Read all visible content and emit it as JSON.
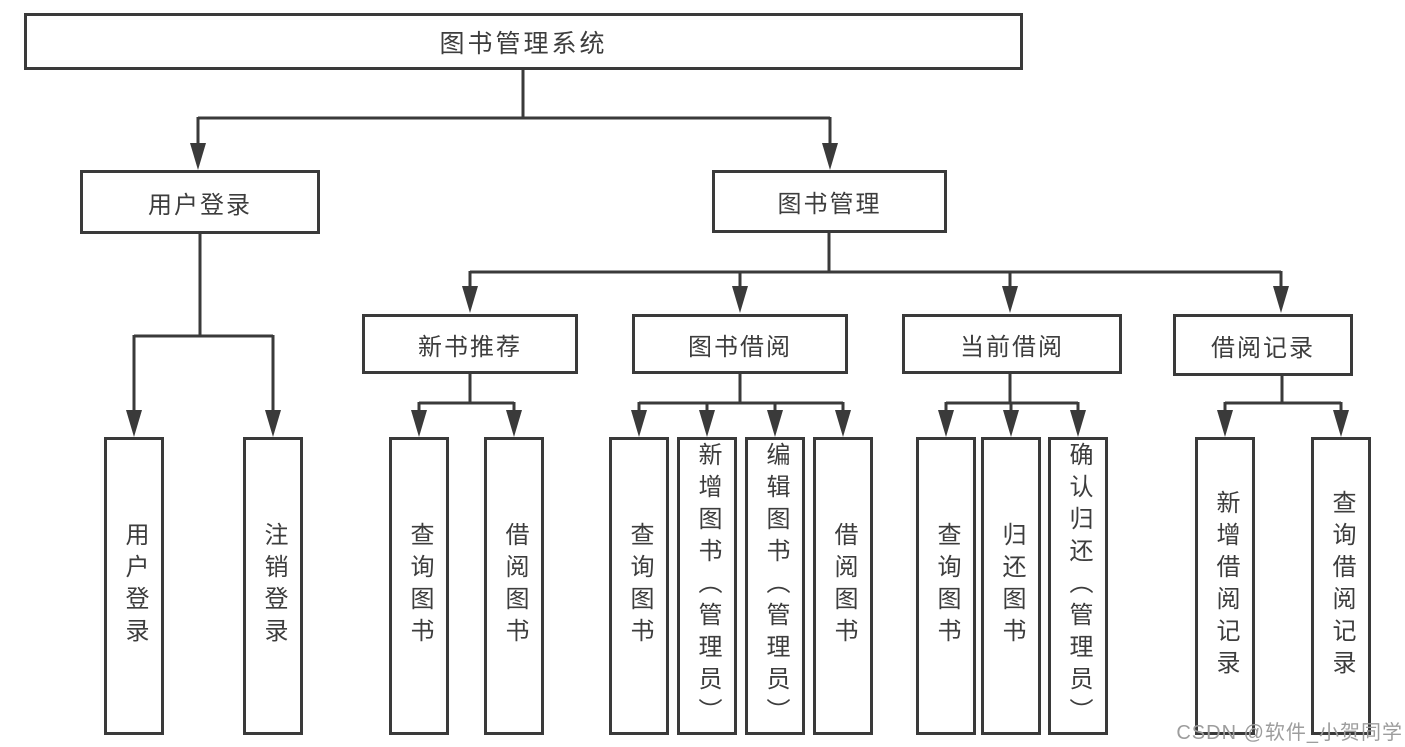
{
  "tree": {
    "root": {
      "label": "图书管理系统"
    },
    "children": [
      {
        "label": "用户登录",
        "children": [
          {
            "label": "用户登录"
          },
          {
            "label": "注销登录"
          }
        ]
      },
      {
        "label": "图书管理",
        "children": [
          {
            "label": "新书推荐",
            "children": [
              {
                "label": "查询图书"
              },
              {
                "label": "借阅图书"
              }
            ]
          },
          {
            "label": "图书借阅",
            "children": [
              {
                "label": "查询图书"
              },
              {
                "label": "新增图书（管理员）"
              },
              {
                "label": "编辑图书（管理员）"
              },
              {
                "label": "借阅图书"
              }
            ]
          },
          {
            "label": "当前借阅",
            "children": [
              {
                "label": "查询图书"
              },
              {
                "label": "归还图书"
              },
              {
                "label": "确认归还（管理员）"
              }
            ]
          },
          {
            "label": "借阅记录",
            "children": [
              {
                "label": "新增借阅记录"
              },
              {
                "label": "查询借阅记录"
              }
            ]
          }
        ]
      }
    ]
  },
  "watermark": "CSDN @软件_小贺同学",
  "colors": {
    "line": "#3a3a3a",
    "text": "#3d3d3d",
    "background": "#ffffff",
    "watermark": "#9d9d9d"
  }
}
